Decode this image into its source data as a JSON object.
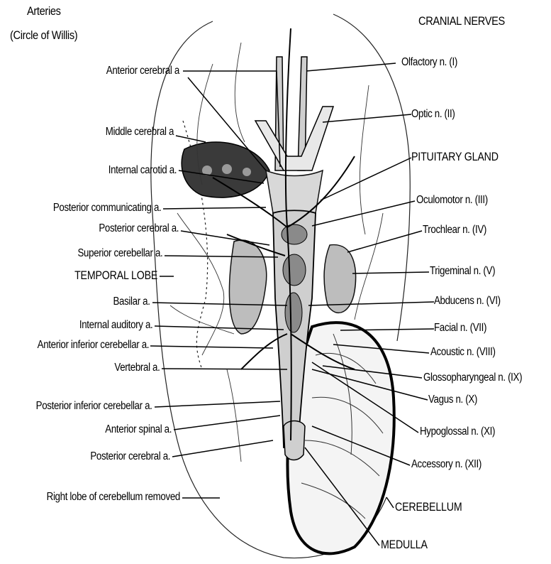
{
  "headings": {
    "arteries_line1": "Arteries",
    "arteries_line2": "(Circle of Willis)",
    "cranial_nerves": "CRANIAL NERVES"
  },
  "left_labels": [
    "Anterior cerebral a",
    "Middle cerebral a",
    "Internal carotid a.",
    "Posterior communicating a.",
    "Posterior cerebral a.",
    "Superior cerebellar a.",
    "TEMPORAL LOBE",
    "Basilar a.",
    "Internal auditory a.",
    "Anterior inferior cerebellar a.",
    "Vertebral a.",
    "Posterior inferior cerebellar a.",
    "Anterior spinal a.",
    "Posterior cerebral a.",
    "Right lobe of cerebellum removed"
  ],
  "right_labels": [
    "Olfactory n. (I)",
    "Optic n. (II)",
    "PITUITARY GLAND",
    "Oculomotor n. (III)",
    "Trochlear n. (IV)",
    "Trigeminal n. (V)",
    "Abducens n. (VI)",
    "Facial n. (VII)",
    "Acoustic n. (VIII)",
    "Glossopharyngeal n. (IX)",
    "Vagus n. (X)",
    "Hypoglossal n. (XI)",
    "Accessory n. (XII)",
    "CEREBELLUM",
    "MEDULLA"
  ]
}
